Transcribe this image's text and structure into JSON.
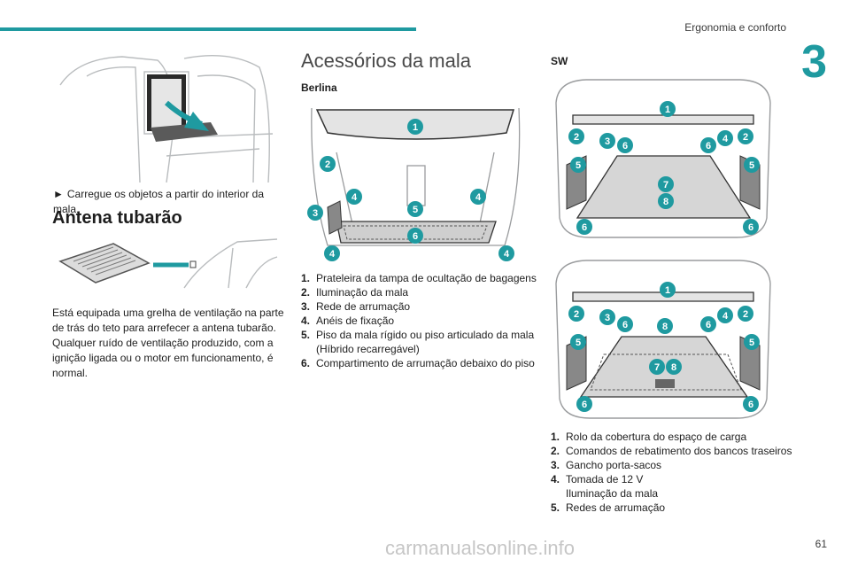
{
  "header": {
    "section": "Ergonomia e conforto",
    "chapter": "3"
  },
  "left": {
    "bullet_text": "Carregue os objetos a partir do interior da mala.",
    "antenna_title": "Antena tubarão",
    "antenna_paragraph": "Está equipada uma grelha de ventilação na parte de trás do teto para arrefecer a antena tubarão. Qualquer ruído de ventilação produzido, com a ignição ligada ou o motor em funcionamento, é normal."
  },
  "middle": {
    "title": "Acessórios da mala",
    "subtitle": "Berlina",
    "items": [
      {
        "n": "1.",
        "text": "Prateleira da tampa de ocultação de bagagens"
      },
      {
        "n": "2.",
        "text": "Iluminação da mala"
      },
      {
        "n": "3.",
        "text": "Rede de arrumação"
      },
      {
        "n": "4.",
        "text": "Anéis de fixação"
      },
      {
        "n": "5.",
        "text": "Piso da mala rígido ou piso articulado da mala (Híbrido recarregável)"
      },
      {
        "n": "6.",
        "text": "Compartimento de arrumação debaixo do piso"
      }
    ]
  },
  "right": {
    "subtitle": "SW",
    "items": [
      {
        "n": "1.",
        "text": "Rolo da cobertura do espaço de carga"
      },
      {
        "n": "2.",
        "text": "Comandos de rebatimento dos bancos traseiros"
      },
      {
        "n": "3.",
        "text": "Gancho porta-sacos"
      },
      {
        "n": "4.",
        "text": "Tomada de 12 V"
      },
      {
        "n": "",
        "text": "Iluminação da mala"
      },
      {
        "n": "5.",
        "text": "Redes de arrumação"
      }
    ]
  },
  "footer": {
    "page": "61",
    "watermark": "carmanualsonline.info"
  },
  "callouts": {
    "berlina": [
      "1",
      "2",
      "3",
      "4",
      "4",
      "5",
      "6",
      "4",
      "4"
    ],
    "sw1": [
      "1",
      "2",
      "3",
      "6",
      "6",
      "4",
      "2",
      "5",
      "5",
      "7",
      "8",
      "6",
      "6"
    ],
    "sw2": [
      "1",
      "2",
      "3",
      "6",
      "8",
      "6",
      "4",
      "2",
      "5",
      "5",
      "7",
      "8",
      "6",
      "6"
    ]
  },
  "colors": {
    "accent": "#1f9aa0"
  }
}
